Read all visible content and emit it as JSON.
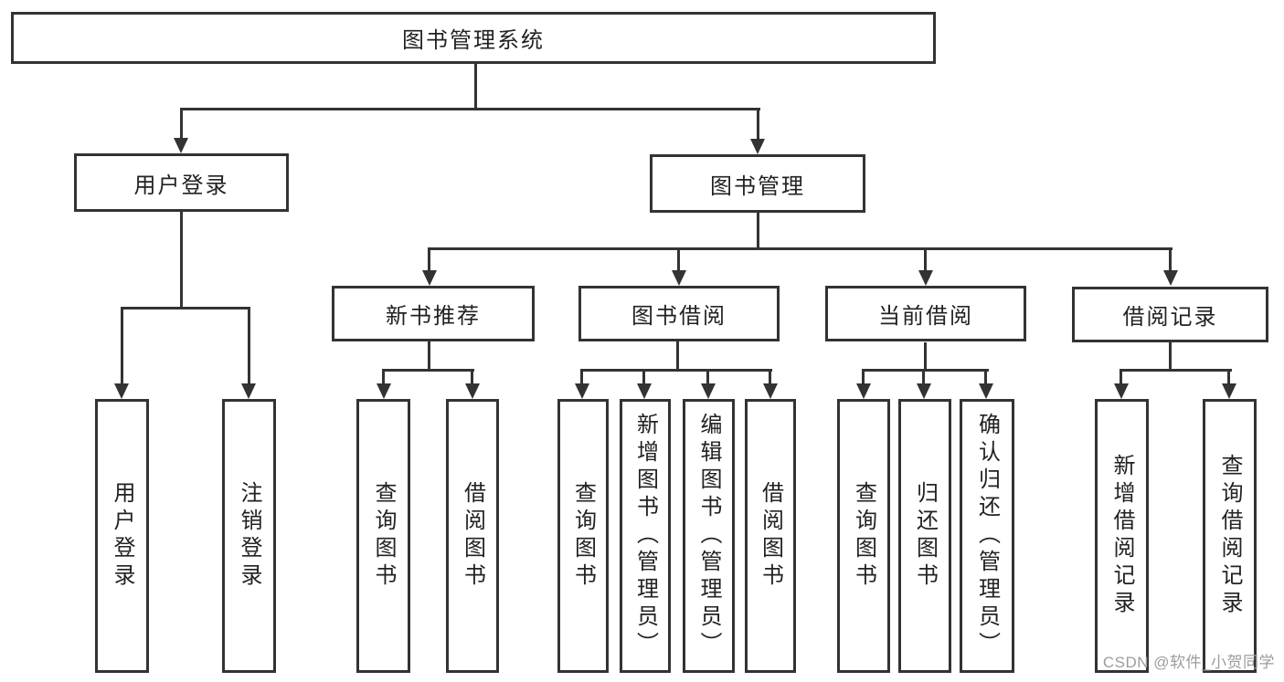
{
  "tree": {
    "label": "图书管理系统",
    "children": [
      {
        "label": "用户登录",
        "children": [
          {
            "label": "用户登录"
          },
          {
            "label": "注销登录"
          }
        ]
      },
      {
        "label": "图书管理",
        "children": [
          {
            "label": "新书推荐",
            "children": [
              {
                "label": "查询图书"
              },
              {
                "label": "借阅图书"
              }
            ]
          },
          {
            "label": "图书借阅",
            "children": [
              {
                "label": "查询图书"
              },
              {
                "label": "新增图书（管理员）"
              },
              {
                "label": "编辑图书（管理员）"
              },
              {
                "label": "借阅图书"
              }
            ]
          },
          {
            "label": "当前借阅",
            "children": [
              {
                "label": "查询图书"
              },
              {
                "label": "归还图书"
              },
              {
                "label": "确认归还（管理员）"
              }
            ]
          },
          {
            "label": "借阅记录",
            "children": [
              {
                "label": "新增借阅记录"
              },
              {
                "label": "查询借阅记录"
              }
            ]
          }
        ]
      }
    ]
  },
  "watermark": {
    "text": "CSDN @软件_小贺同学"
  },
  "colors": {
    "line": "#333333",
    "text": "#212121",
    "watermark": "#9c9c9c",
    "background": "#ffffff"
  }
}
